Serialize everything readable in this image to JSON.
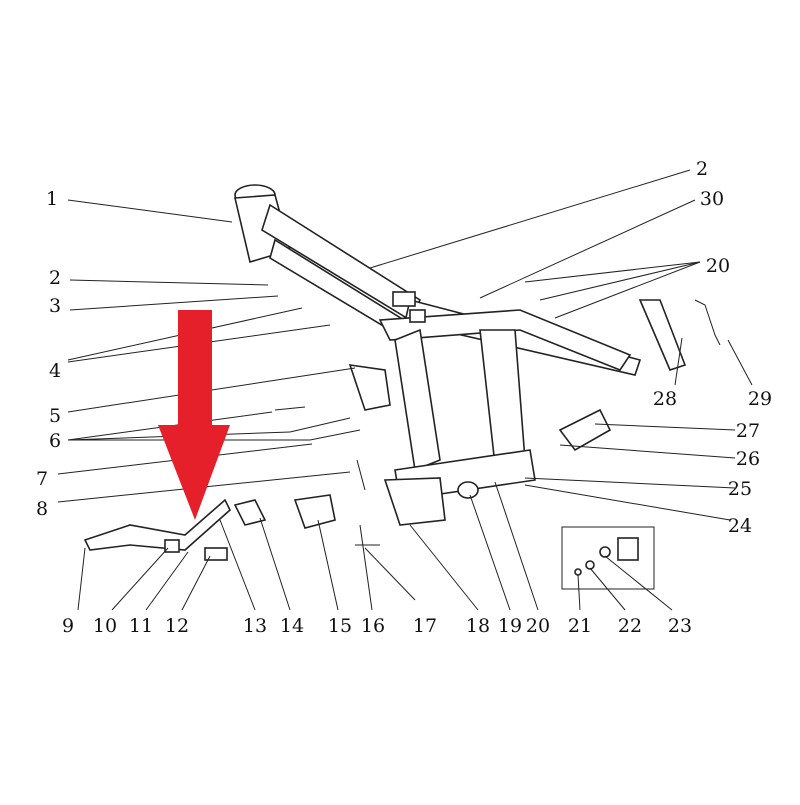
{
  "diagram": {
    "labels": [
      "1",
      "2",
      "3",
      "4",
      "5",
      "6",
      "7",
      "8",
      "9",
      "10",
      "11",
      "12",
      "13",
      "14",
      "15",
      "16",
      "17",
      "18",
      "19",
      "20",
      "21",
      "22",
      "23",
      "24",
      "25",
      "26",
      "27",
      "28",
      "29",
      "30",
      "2",
      "20"
    ],
    "arrow_color": "#e5202a"
  }
}
